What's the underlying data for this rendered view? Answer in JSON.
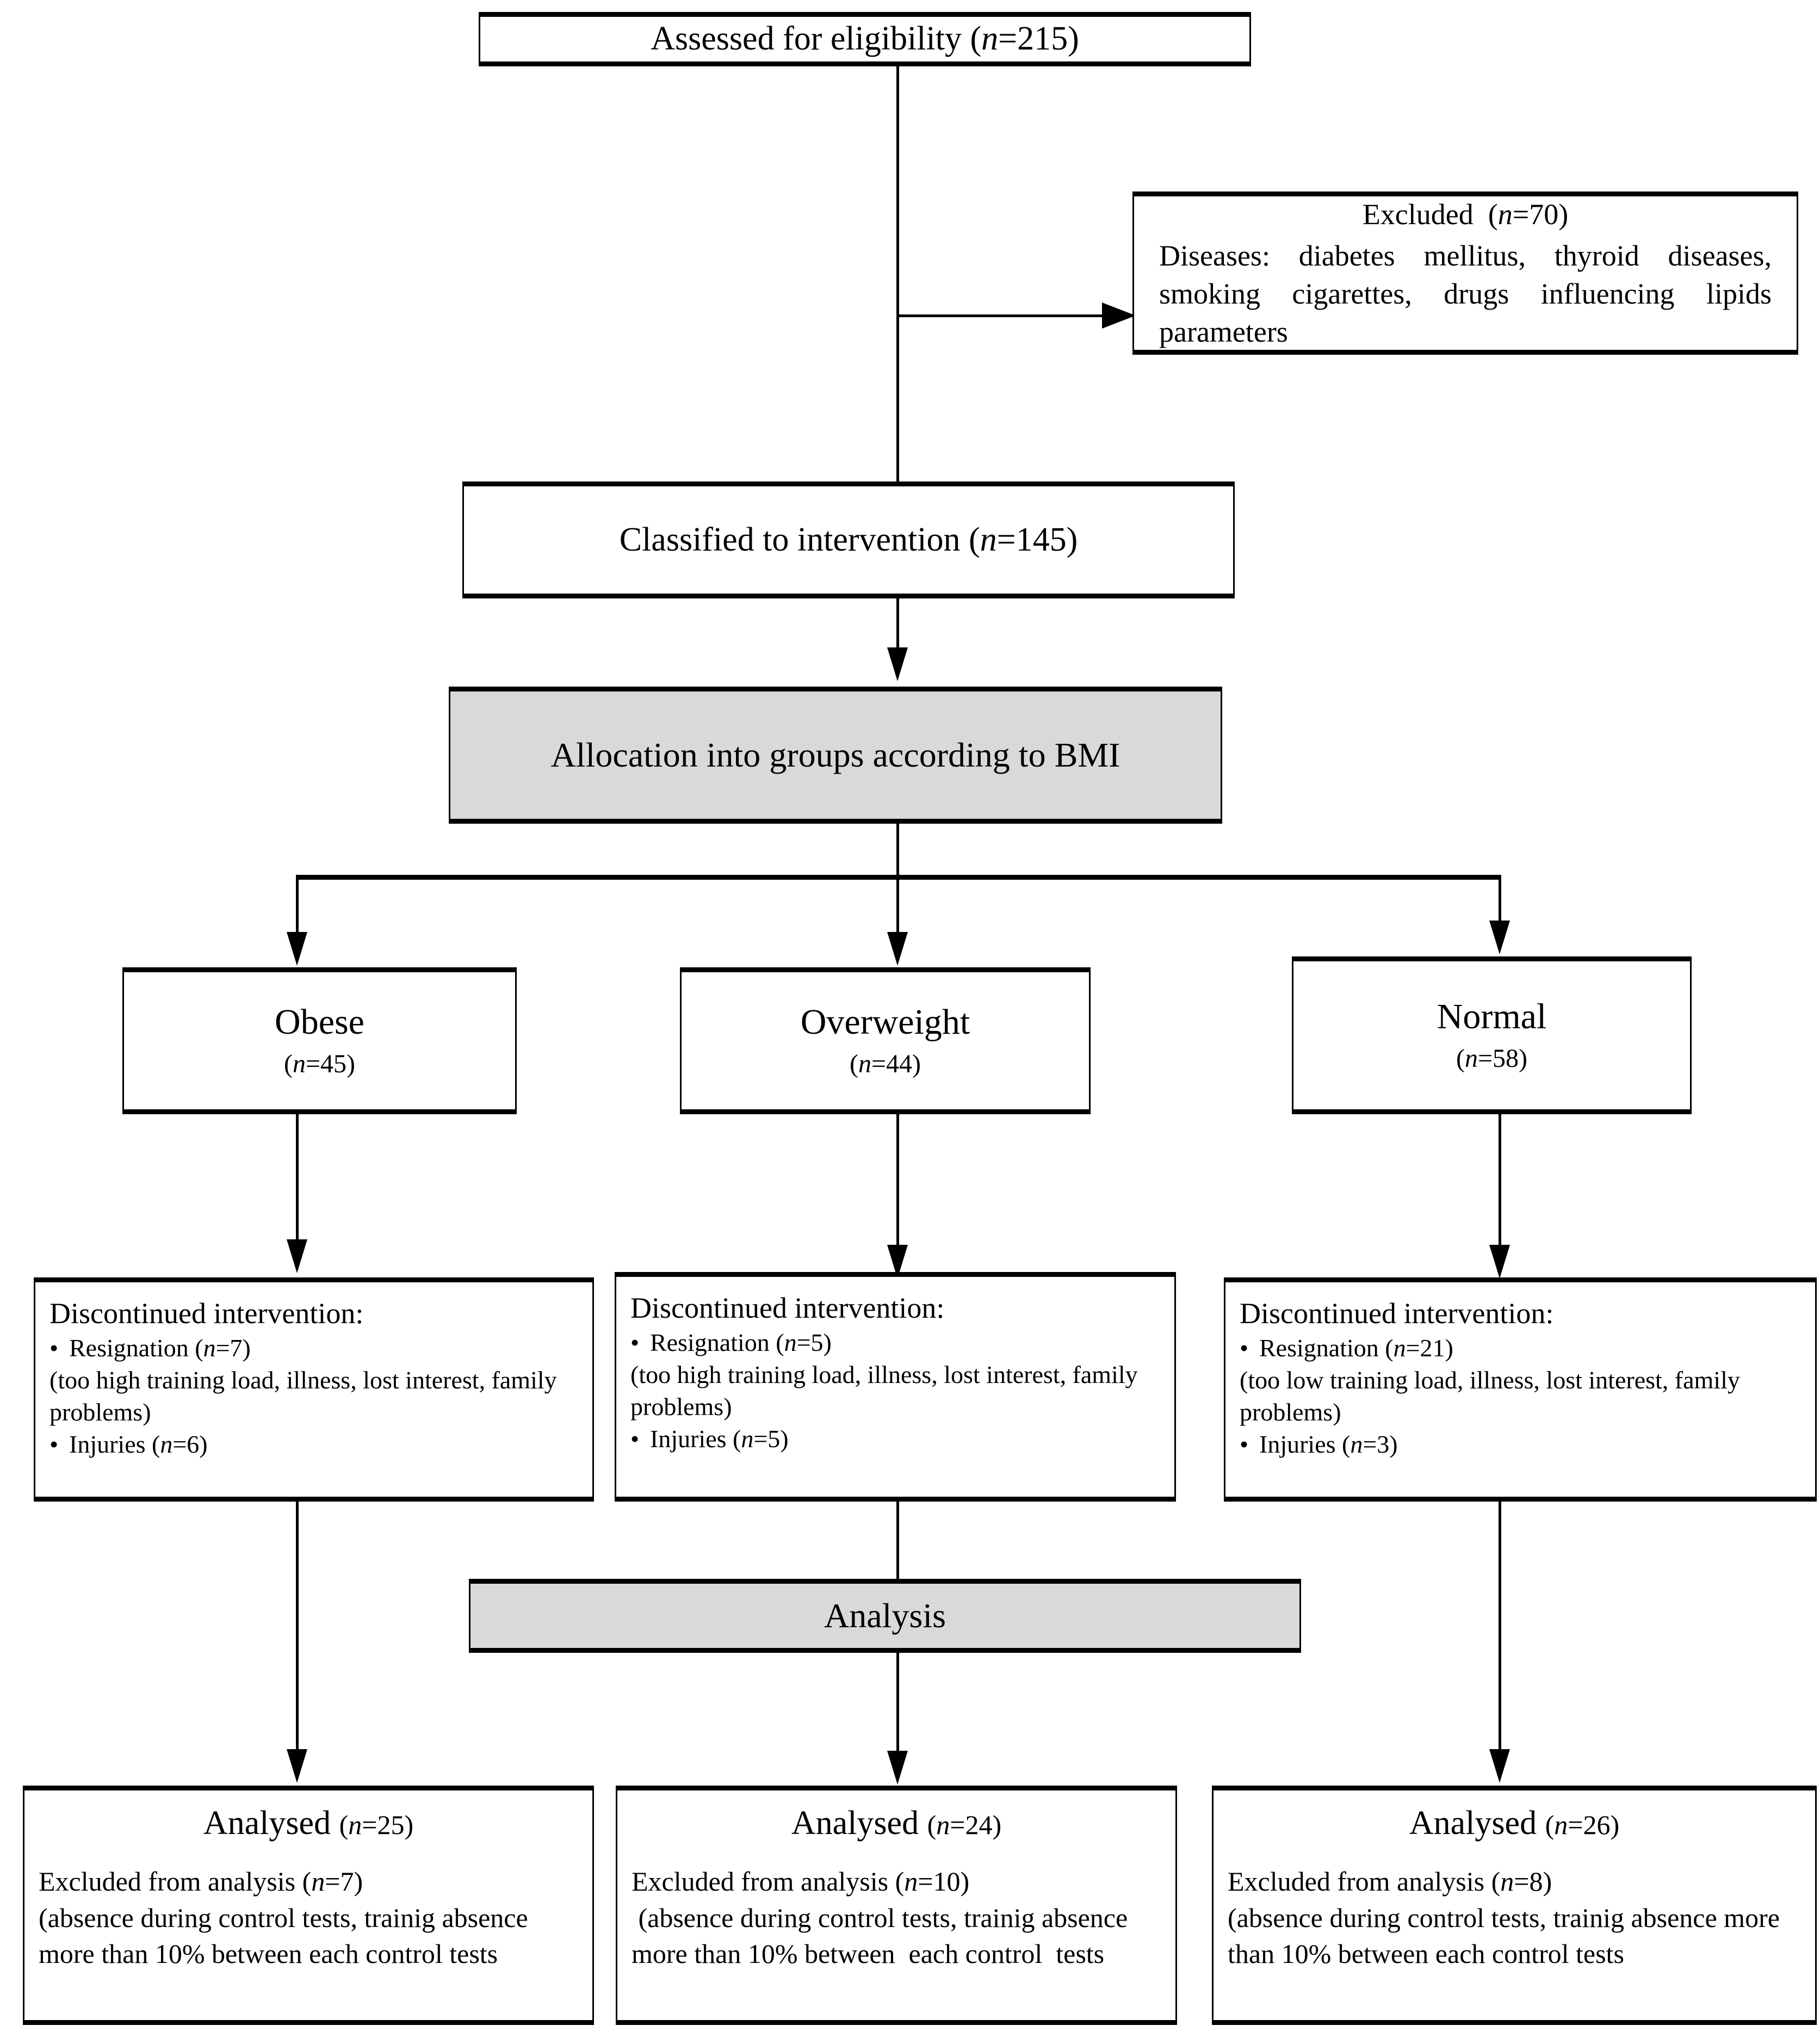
{
  "diagram": {
    "type": "consort-flow-diagram",
    "title": "Participant flow through the study",
    "colors": {
      "stroke": "#000000",
      "box_fill": "#ffffff",
      "shaded_fill": "#d9d9d9",
      "text": "#000000"
    }
  },
  "nodes": {
    "assessed": {
      "label": "Assessed for eligibility",
      "n_prefix": "(",
      "n_var": "n",
      "n_eq": "=",
      "n_value": "215",
      "n_suffix": ")"
    },
    "excluded": {
      "label": "Excluded",
      "n_var": "n",
      "n_eq": "=",
      "n_value": "70",
      "reasons": "Diseases: diabetes mellitus, thyroid diseases, smoking cigarettes, drugs influencing lipids parameters"
    },
    "classified": {
      "label": "Classified to intervention",
      "n_var": "n",
      "n_eq": "=",
      "n_value": "145"
    },
    "allocation_banner": {
      "label": "Allocation into groups according to BMI"
    },
    "analysis_banner": {
      "label": "Analysis"
    }
  },
  "groups": [
    {
      "key": "obese",
      "title": "Obese",
      "n_var": "n",
      "n_value": "45",
      "discontinued": {
        "heading": "Discontinued intervention:",
        "items": [
          {
            "bullet": "•",
            "label": "Resignation",
            "n_var": "n",
            "n_value": "7"
          },
          {
            "bullet": "•",
            "label": "Injuries",
            "n_var": "n",
            "n_value": "6"
          }
        ],
        "note": "(too high trainig load, illness, lost interest, family problems)",
        "note_text": "(too high training load, illness, lost interest, family problems)"
      },
      "analysed": {
        "label": "Analysed",
        "n_var": "n",
        "n_value": "25",
        "excluded_label": "Excluded from analysis",
        "excluded_n_var": "n",
        "excluded_n_value": "7",
        "excluded_note": "(absence during control tests, trainig absence more than 10% between each control  tests"
      }
    },
    {
      "key": "overweight",
      "title": "Overweight",
      "n_var": "n",
      "n_value": "44",
      "discontinued": {
        "heading": "Discontinued intervention:",
        "items": [
          {
            "bullet": "•",
            "label": "Resignation",
            "n_var": "n",
            "n_value": "5"
          },
          {
            "bullet": "•",
            "label": "Injuries",
            "n_var": "n",
            "n_value": "5"
          }
        ],
        "note": "(too high training load, illness, lost interest, family problems)",
        "note_text": "(too high training load, illness, lost interest, family problems)"
      },
      "analysed": {
        "label": "Analysed",
        "n_var": "n",
        "n_value": "24",
        "excluded_label": "Excluded from analysis",
        "excluded_n_var": "n",
        "excluded_n_value": "10",
        "excluded_note": " (absence during control tests, trainig absence more than 10% between  each control  tests"
      }
    },
    {
      "key": "normal",
      "title": "Normal",
      "n_var": "n",
      "n_value": "58",
      "discontinued": {
        "heading": "Discontinued intervention:",
        "items": [
          {
            "bullet": "•",
            "label": "Resignation",
            "n_var": "n",
            "n_value": "21"
          },
          {
            "bullet": "•",
            "label": "Injuries",
            "n_var": "n",
            "n_value": "3"
          }
        ],
        "note": "(too low training load, illness, lost interest, family problems)",
        "note_text": "(too low training load, illness, lost interest, family problems)"
      },
      "analysed": {
        "label": "Analysed",
        "n_var": "n",
        "n_value": "26",
        "excluded_label": "Excluded from analysis",
        "excluded_n_var": "n",
        "excluded_n_value": "8",
        "excluded_note": "(absence during control tests, trainig absence more than 10% between  each control  tests"
      }
    }
  ],
  "punct": {
    "open_paren": "(",
    "close_paren": ")",
    "equals": "=",
    "n_italic": "n"
  }
}
